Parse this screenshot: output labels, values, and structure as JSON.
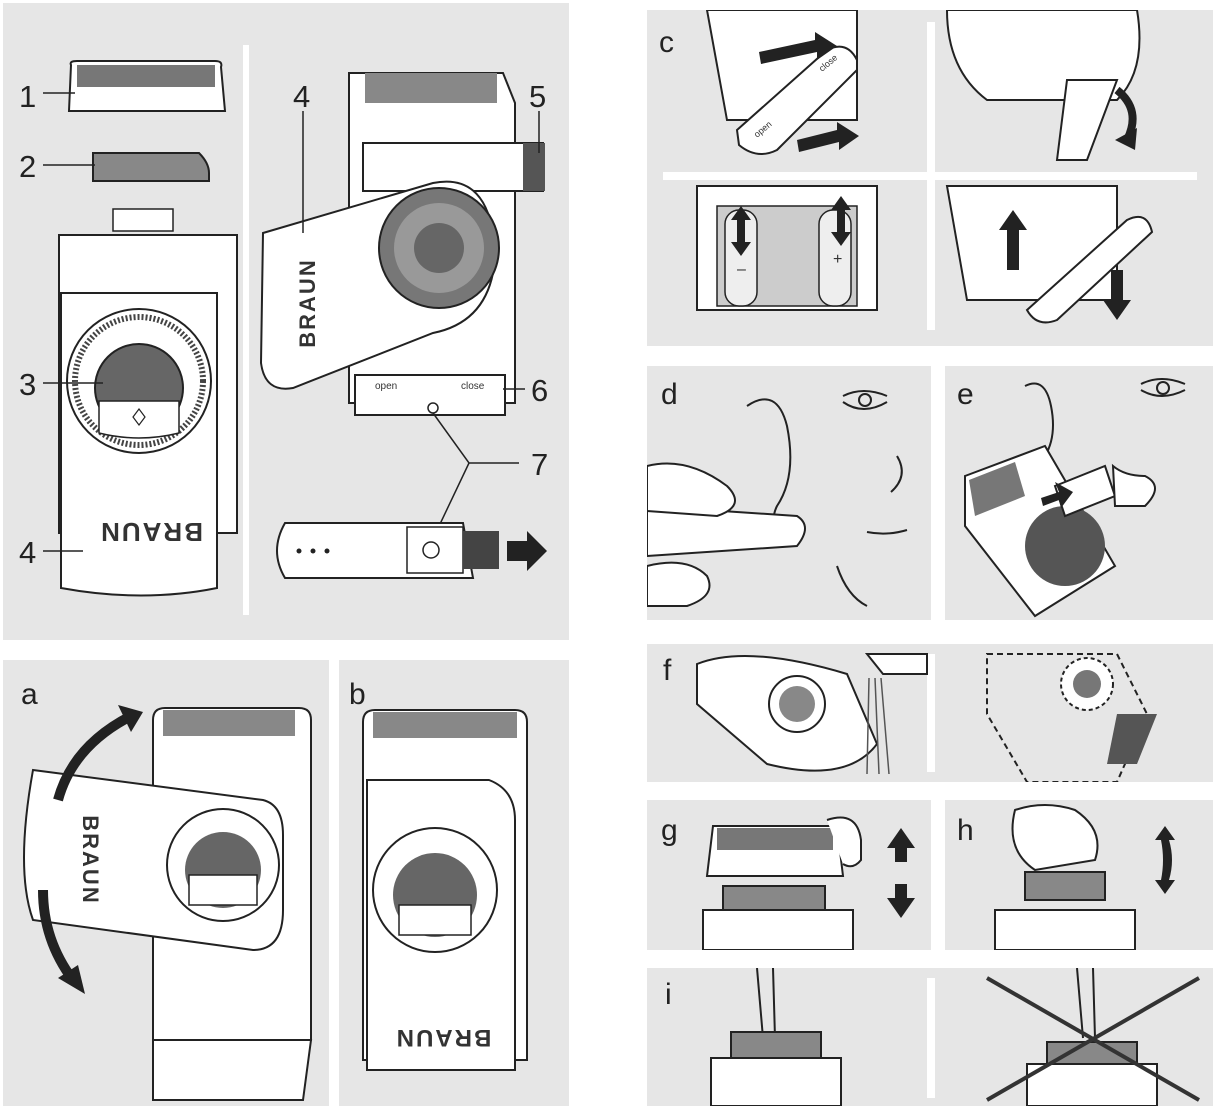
{
  "parts_panel": {
    "numbers": [
      "1",
      "2",
      "3",
      "4",
      "4",
      "5",
      "6",
      "7"
    ],
    "brand": "BRAUN",
    "switch_open": "open",
    "switch_close": "close"
  },
  "steps": {
    "a": "a",
    "b": "b",
    "c": "c",
    "d": "d",
    "e": "e",
    "f": "f",
    "g": "g",
    "h": "h",
    "i": "i"
  },
  "battery": {
    "minus": "–",
    "plus": "+"
  },
  "colors": {
    "panel_bg": "#e6e6e6",
    "line": "#222222",
    "device": "#ffffff",
    "cross": "#333333"
  }
}
